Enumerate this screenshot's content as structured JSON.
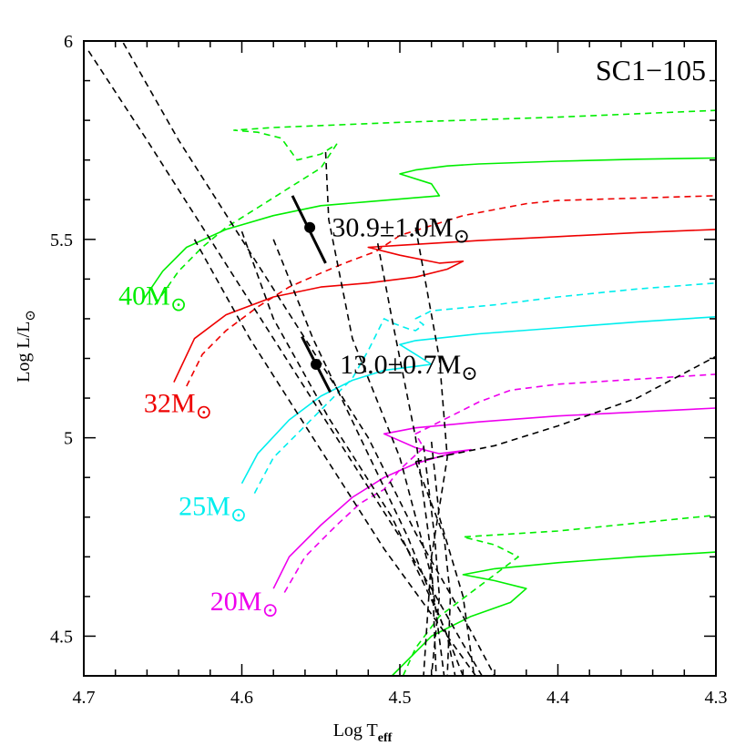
{
  "chart_data": {
    "type": "line",
    "title": "SC1−105",
    "xlabel": {
      "main": "Log T",
      "sub": "eff"
    },
    "ylabel": {
      "main": "Log L/L",
      "sym": "⊙"
    },
    "xlim": [
      4.7,
      4.3
    ],
    "ylim": [
      4.4,
      6.0
    ],
    "x_reversed": true,
    "x_ticks": [
      {
        "v": 4.7,
        "label": "4.7"
      },
      {
        "v": 4.6,
        "label": "4.6"
      },
      {
        "v": 4.5,
        "label": "4.5"
      },
      {
        "v": 4.4,
        "label": "4.4"
      },
      {
        "v": 4.3,
        "label": "4.3"
      }
    ],
    "y_ticks": [
      {
        "v": 4.5,
        "label": "4.5"
      },
      {
        "v": 5.0,
        "label": "5"
      },
      {
        "v": 5.5,
        "label": "5.5"
      },
      {
        "v": 6.0,
        "label": "6"
      }
    ],
    "colors": {
      "m40": "#00ee00",
      "m32": "#ee0000",
      "m25": "#00eeee",
      "m20": "#ee00ee",
      "isochrone": "#000000",
      "point": "#000000"
    },
    "track_labels": [
      {
        "text": "40M",
        "sym": "⊙",
        "color": "#00ee00",
        "x": 4.678,
        "y": 5.335
      },
      {
        "text": "32M",
        "sym": "⊙",
        "color": "#ee0000",
        "x": 4.662,
        "y": 5.065
      },
      {
        "text": "25M",
        "sym": "⊙",
        "color": "#00eeee",
        "x": 4.64,
        "y": 4.805
      },
      {
        "text": "20M",
        "sym": "⊙",
        "color": "#ee00ee",
        "x": 4.62,
        "y": 4.565
      }
    ],
    "stars": [
      {
        "label": "30.9±1.0M",
        "sym": "⊙",
        "logT": 4.557,
        "logL": 5.53,
        "err": [
          [
            4.568,
            5.61
          ],
          [
            4.547,
            5.44
          ]
        ],
        "label_x": 4.543,
        "label_y": 5.53
      },
      {
        "label": "13.0±0.7M",
        "sym": "⊙",
        "logT": 4.553,
        "logL": 5.185,
        "err": [
          [
            4.562,
            5.255
          ],
          [
            4.544,
            5.115
          ]
        ],
        "label_x": 4.538,
        "label_y": 5.185
      }
    ],
    "series": [
      {
        "color": "#00ee00",
        "dash": false,
        "points": [
          [
            4.662,
            5.35
          ],
          [
            4.65,
            5.42
          ],
          [
            4.635,
            5.48
          ],
          [
            4.61,
            5.525
          ],
          [
            4.58,
            5.56
          ],
          [
            4.55,
            5.585
          ],
          [
            4.52,
            5.595
          ],
          [
            4.49,
            5.605
          ],
          [
            4.475,
            5.61
          ],
          [
            4.48,
            5.64
          ],
          [
            4.5,
            5.665
          ],
          [
            4.49,
            5.675
          ],
          [
            4.47,
            5.685
          ],
          [
            4.45,
            5.69
          ],
          [
            4.4,
            5.697
          ],
          [
            4.35,
            5.702
          ],
          [
            4.3,
            5.705
          ]
        ]
      },
      {
        "color": "#00ee00",
        "dash": true,
        "points": [
          [
            4.655,
            5.335
          ],
          [
            4.64,
            5.42
          ],
          [
            4.625,
            5.48
          ],
          [
            4.61,
            5.53
          ],
          [
            4.59,
            5.58
          ],
          [
            4.57,
            5.63
          ],
          [
            4.55,
            5.68
          ],
          [
            4.54,
            5.74
          ],
          [
            4.55,
            5.715
          ],
          [
            4.565,
            5.7
          ],
          [
            4.575,
            5.755
          ],
          [
            4.59,
            5.77
          ],
          [
            4.605,
            5.775
          ],
          [
            4.58,
            5.782
          ],
          [
            4.5,
            5.795
          ],
          [
            4.4,
            5.808
          ],
          [
            4.3,
            5.825
          ]
        ]
      },
      {
        "color": "#ee0000",
        "dash": false,
        "points": [
          [
            4.643,
            5.14
          ],
          [
            4.63,
            5.25
          ],
          [
            4.61,
            5.31
          ],
          [
            4.58,
            5.355
          ],
          [
            4.55,
            5.38
          ],
          [
            4.52,
            5.39
          ],
          [
            4.49,
            5.405
          ],
          [
            4.47,
            5.425
          ],
          [
            4.46,
            5.445
          ],
          [
            4.475,
            5.44
          ],
          [
            4.5,
            5.46
          ],
          [
            4.52,
            5.48
          ],
          [
            4.5,
            5.485
          ],
          [
            4.45,
            5.497
          ],
          [
            4.4,
            5.507
          ],
          [
            4.35,
            5.517
          ],
          [
            4.3,
            5.525
          ]
        ]
      },
      {
        "color": "#ee0000",
        "dash": true,
        "points": [
          [
            4.635,
            5.13
          ],
          [
            4.625,
            5.21
          ],
          [
            4.61,
            5.27
          ],
          [
            4.59,
            5.33
          ],
          [
            4.57,
            5.38
          ],
          [
            4.55,
            5.415
          ],
          [
            4.535,
            5.44
          ],
          [
            4.515,
            5.47
          ],
          [
            4.5,
            5.51
          ],
          [
            4.48,
            5.535
          ],
          [
            4.46,
            5.56
          ],
          [
            4.44,
            5.575
          ],
          [
            4.42,
            5.59
          ],
          [
            4.4,
            5.598
          ],
          [
            4.3,
            5.61
          ]
        ]
      },
      {
        "color": "#00eeee",
        "dash": false,
        "points": [
          [
            4.6,
            4.885
          ],
          [
            4.59,
            4.96
          ],
          [
            4.57,
            5.045
          ],
          [
            4.55,
            5.105
          ],
          [
            4.53,
            5.145
          ],
          [
            4.51,
            5.17
          ],
          [
            4.49,
            5.18
          ],
          [
            4.48,
            5.185
          ],
          [
            4.49,
            5.21
          ],
          [
            4.5,
            5.235
          ],
          [
            4.49,
            5.245
          ],
          [
            4.45,
            5.262
          ],
          [
            4.4,
            5.277
          ],
          [
            4.35,
            5.292
          ],
          [
            4.3,
            5.305
          ]
        ]
      },
      {
        "color": "#00eeee",
        "dash": true,
        "points": [
          [
            4.592,
            4.86
          ],
          [
            4.58,
            4.95
          ],
          [
            4.56,
            5.03
          ],
          [
            4.545,
            5.09
          ],
          [
            4.53,
            5.15
          ],
          [
            4.52,
            5.22
          ],
          [
            4.51,
            5.3
          ],
          [
            4.505,
            5.29
          ],
          [
            4.495,
            5.275
          ],
          [
            4.49,
            5.27
          ],
          [
            4.485,
            5.285
          ],
          [
            4.49,
            5.3
          ],
          [
            4.48,
            5.32
          ],
          [
            4.44,
            5.335
          ],
          [
            4.4,
            5.355
          ],
          [
            4.35,
            5.375
          ],
          [
            4.3,
            5.39
          ]
        ]
      },
      {
        "color": "#ee00ee",
        "dash": false,
        "points": [
          [
            4.58,
            4.62
          ],
          [
            4.57,
            4.7
          ],
          [
            4.55,
            4.78
          ],
          [
            4.53,
            4.85
          ],
          [
            4.51,
            4.9
          ],
          [
            4.49,
            4.935
          ],
          [
            4.47,
            4.958
          ],
          [
            4.455,
            4.97
          ],
          [
            4.475,
            4.96
          ],
          [
            4.49,
            4.975
          ],
          [
            4.51,
            5.01
          ],
          [
            4.49,
            5.025
          ],
          [
            4.45,
            5.04
          ],
          [
            4.4,
            5.055
          ],
          [
            4.35,
            5.065
          ],
          [
            4.3,
            5.075
          ]
        ]
      },
      {
        "color": "#ee00ee",
        "dash": true,
        "points": [
          [
            4.573,
            4.61
          ],
          [
            4.56,
            4.7
          ],
          [
            4.54,
            4.78
          ],
          [
            4.525,
            4.835
          ],
          [
            4.51,
            4.87
          ],
          [
            4.5,
            4.92
          ],
          [
            4.485,
            4.975
          ],
          [
            4.49,
            5.01
          ],
          [
            4.48,
            5.03
          ],
          [
            4.45,
            5.09
          ],
          [
            4.43,
            5.12
          ],
          [
            4.4,
            5.135
          ],
          [
            4.3,
            5.16
          ]
        ]
      },
      {
        "color": "#00ee00",
        "dash": false,
        "points": [
          [
            4.505,
            4.4
          ],
          [
            4.49,
            4.46
          ],
          [
            4.48,
            4.5
          ],
          [
            4.455,
            4.55
          ],
          [
            4.43,
            4.585
          ],
          [
            4.42,
            4.62
          ],
          [
            4.44,
            4.64
          ],
          [
            4.46,
            4.655
          ],
          [
            4.44,
            4.67
          ],
          [
            4.4,
            4.685
          ],
          [
            4.35,
            4.7
          ],
          [
            4.3,
            4.712
          ]
        ]
      },
      {
        "color": "#00ee00",
        "dash": true,
        "points": [
          [
            4.498,
            4.4
          ],
          [
            4.49,
            4.47
          ],
          [
            4.475,
            4.55
          ],
          [
            4.455,
            4.61
          ],
          [
            4.44,
            4.655
          ],
          [
            4.425,
            4.7
          ],
          [
            4.44,
            4.73
          ],
          [
            4.46,
            4.75
          ],
          [
            4.4,
            4.765
          ],
          [
            4.3,
            4.805
          ]
        ]
      },
      {
        "color": "#000000",
        "dash": true,
        "points": [
          [
            4.697,
            5.975
          ],
          [
            4.66,
            5.75
          ],
          [
            4.62,
            5.5
          ],
          [
            4.58,
            5.25
          ],
          [
            4.54,
            5.0
          ],
          [
            4.5,
            4.75
          ],
          [
            4.48,
            4.62
          ],
          [
            4.46,
            4.48
          ],
          [
            4.448,
            4.4
          ]
        ]
      },
      {
        "color": "#000000",
        "dash": true,
        "points": [
          [
            4.675,
            5.995
          ],
          [
            4.64,
            5.75
          ],
          [
            4.6,
            5.5
          ],
          [
            4.56,
            5.25
          ],
          [
            4.52,
            5.0
          ],
          [
            4.49,
            4.76
          ],
          [
            4.46,
            4.55
          ],
          [
            4.44,
            4.4
          ]
        ]
      },
      {
        "color": "#000000",
        "dash": true,
        "points": [
          [
            4.63,
            5.5
          ],
          [
            4.595,
            5.25
          ],
          [
            4.555,
            5.0
          ],
          [
            4.51,
            4.72
          ],
          [
            4.47,
            4.5
          ],
          [
            4.452,
            4.4
          ]
        ]
      },
      {
        "color": "#000000",
        "dash": true,
        "points": [
          [
            4.6,
            5.52
          ],
          [
            4.58,
            5.3
          ],
          [
            4.545,
            5.05
          ],
          [
            4.505,
            4.8
          ],
          [
            4.475,
            4.55
          ],
          [
            4.46,
            4.4
          ]
        ]
      },
      {
        "color": "#000000",
        "dash": true,
        "points": [
          [
            4.58,
            5.5
          ],
          [
            4.555,
            5.25
          ],
          [
            4.525,
            5.0
          ],
          [
            4.495,
            4.75
          ],
          [
            4.47,
            4.5
          ],
          [
            4.465,
            4.4
          ]
        ]
      },
      {
        "color": "#000000",
        "dash": true,
        "points": [
          [
            4.547,
            5.72
          ],
          [
            4.545,
            5.55
          ],
          [
            4.53,
            5.25
          ],
          [
            4.5,
            4.95
          ],
          [
            4.48,
            4.65
          ],
          [
            4.472,
            4.4
          ]
        ]
      },
      {
        "color": "#000000",
        "dash": true,
        "points": [
          [
            4.514,
            5.49
          ],
          [
            4.505,
            5.3
          ],
          [
            4.49,
            5.0
          ],
          [
            4.48,
            4.7
          ],
          [
            4.477,
            4.4
          ]
        ]
      },
      {
        "color": "#000000",
        "dash": true,
        "points": [
          [
            4.49,
            5.53
          ],
          [
            4.475,
            5.2
          ],
          [
            4.47,
            4.95
          ],
          [
            4.48,
            4.7
          ],
          [
            4.485,
            4.4
          ]
        ]
      },
      {
        "color": "#000000",
        "dash": true,
        "points": [
          [
            4.49,
            4.94
          ],
          [
            4.472,
            4.75
          ],
          [
            4.468,
            4.6
          ],
          [
            4.47,
            4.4
          ]
        ]
      },
      {
        "color": "#000000",
        "dash": true,
        "points": [
          [
            4.485,
            4.98
          ],
          [
            4.478,
            4.75
          ],
          [
            4.475,
            4.6
          ],
          [
            4.48,
            4.4
          ]
        ]
      },
      {
        "color": "#000000",
        "dash": true,
        "points": [
          [
            4.48,
            4.99
          ],
          [
            4.475,
            4.8
          ],
          [
            4.46,
            4.6
          ],
          [
            4.453,
            4.4
          ]
        ]
      },
      {
        "color": "#000000",
        "dash": true,
        "points": [
          [
            4.49,
            4.94
          ],
          [
            4.44,
            4.98
          ],
          [
            4.4,
            5.03
          ],
          [
            4.35,
            5.1
          ],
          [
            4.3,
            5.205
          ]
        ]
      }
    ]
  }
}
